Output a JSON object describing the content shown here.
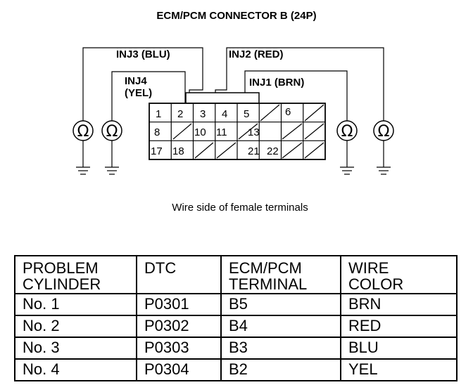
{
  "connector": {
    "title": "ECM/PCM CONNECTOR B (24P)",
    "caption": "Wire side of female terminals",
    "pins": [
      "1",
      "2",
      "3",
      "4",
      "5",
      "6",
      "8",
      "10",
      "11",
      "13",
      "17",
      "18",
      "21",
      "22"
    ],
    "injectors": [
      {
        "label": "INJ1 (BRN)"
      },
      {
        "label": "INJ2 (RED)"
      },
      {
        "label": "INJ3 (BLU)"
      },
      {
        "label": "INJ4\n(YEL)",
        "line1": "INJ4",
        "line2": "(YEL)"
      }
    ],
    "ohm_symbol": "Ω"
  },
  "table": {
    "headers": [
      {
        "line1": "PROBLEM",
        "line2": "CYLINDER"
      },
      {
        "line1": "DTC",
        "line2": ""
      },
      {
        "line1": "ECM/PCM",
        "line2": "TERMINAL"
      },
      {
        "line1": "WIRE",
        "line2": "COLOR"
      }
    ],
    "rows": [
      [
        "No. 1",
        "P0301",
        "B5",
        "BRN"
      ],
      [
        "No. 2",
        "P0302",
        "B4",
        "RED"
      ],
      [
        "No. 3",
        "P0303",
        "B3",
        "BLU"
      ],
      [
        "No. 4",
        "P0304",
        "B2",
        "YEL"
      ]
    ]
  }
}
